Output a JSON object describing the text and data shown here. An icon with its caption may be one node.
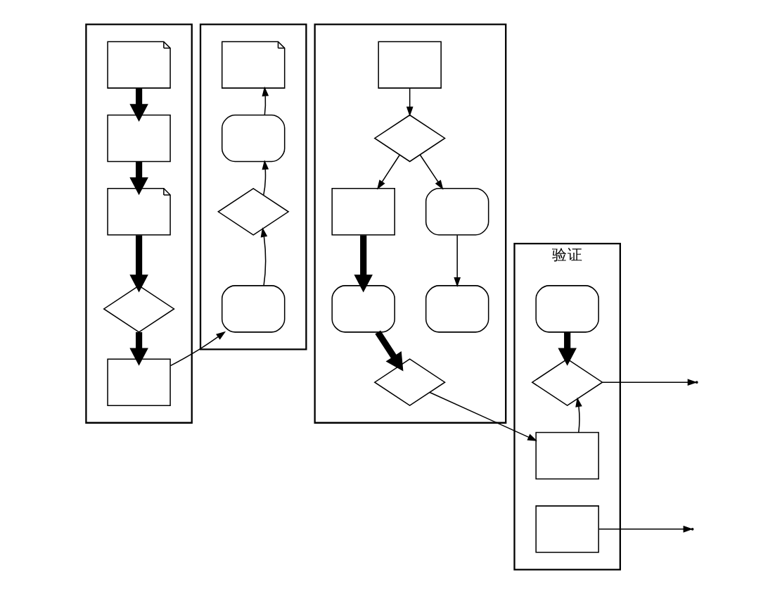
{
  "diagram": {
    "nodes": [
      {
        "text": [],
        "shape": "box"
      },
      {
        "text": [],
        "shape": "box"
      },
      {
        "text": [],
        "shape": "box"
      },
      {
        "text": [
          "验证"
        ]
      },
      {
        "text": [],
        "shape": "note",
        "in": 0
      },
      {
        "text": [],
        "shape": "box",
        "in": 0
      },
      {
        "text": [],
        "shape": "note",
        "in": 0
      },
      {
        "text": [],
        "shape": "diamond",
        "in": 0
      },
      {
        "text": [],
        "shape": "document",
        "in": 0
      },
      {
        "text": [],
        "shape": "note",
        "in": 1
      },
      {
        "text": [],
        "shape": "box",
        "in": 1
      },
      {
        "text": [],
        "shape": "diamond",
        "in": 1
      },
      {
        "text": [],
        "shape": "box",
        "in": 1
      },
      {
        "text": [],
        "shape": "box",
        "in": 2
      },
      {
        "text": [],
        "shape": "diamond",
        "in": 2
      },
      {
        "text": [],
        "shape": "document",
        "in": 2
      },
      {
        "text": [],
        "shape": "box",
        "in": 2
      },
      {
        "text": [],
        "shape": "box",
        "in": 2
      },
      {
        "text": [],
        "shape": "box",
        "in": 2
      },
      {
        "text": [],
        "shape": "diamond",
        "in": 2
      },
      {
        "text": [],
        "shape": "box",
        "in": 3
      },
      {
        "text": [],
        "shape": "diamond",
        "in": 3
      },
      {
        "text": [],
        "shape": "box",
        "in": 3
      },
      {
        "text": [],
        "shape": "box",
        "in": 3
      }
    ],
    "edges": [
      {
        "from": 4,
        "to": 5,
        "arrow": "to",
        "style": "thick"
      },
      {
        "from": 5,
        "to": 6,
        "arrow": "to",
        "style": "thick"
      },
      {
        "from": 6,
        "to": 7,
        "arrow": "to",
        "style": "thick"
      },
      {
        "from": 7,
        "to": 8,
        "arrow": "to",
        "style": "thick"
      },
      {
        "from": 8,
        "to": 12,
        "arrow": "to"
      },
      {
        "from": 12,
        "to": 11,
        "arrow": "to"
      },
      {
        "from": 11,
        "to": 10,
        "arrow": "to"
      },
      {
        "from": 10,
        "to": 9,
        "arrow": "to"
      },
      {
        "from": 13,
        "to": 14,
        "arrow": "to"
      },
      {
        "from": 14,
        "to": 15,
        "arrow": "to"
      },
      {
        "from": 14,
        "to": 16,
        "arrow": "to"
      },
      {
        "from": 16,
        "to": 18,
        "arrow": "to"
      },
      {
        "from": 15,
        "to": 17,
        "arrow": "to",
        "style": "thick"
      },
      {
        "from": 17,
        "to": 19,
        "arrow": "to",
        "style": "thick"
      },
      {
        "from": 19,
        "to": 22,
        "arrow": "to"
      },
      {
        "from": 22,
        "to": 21,
        "arrow": "to"
      },
      {
        "from": 20,
        "to": 21,
        "arrow": "to",
        "style": "thick"
      },
      {
        "from": 21,
        "to": null,
        "arrow": "to"
      },
      {
        "from": 23,
        "to": null,
        "arrow": "to"
      }
    ]
  }
}
